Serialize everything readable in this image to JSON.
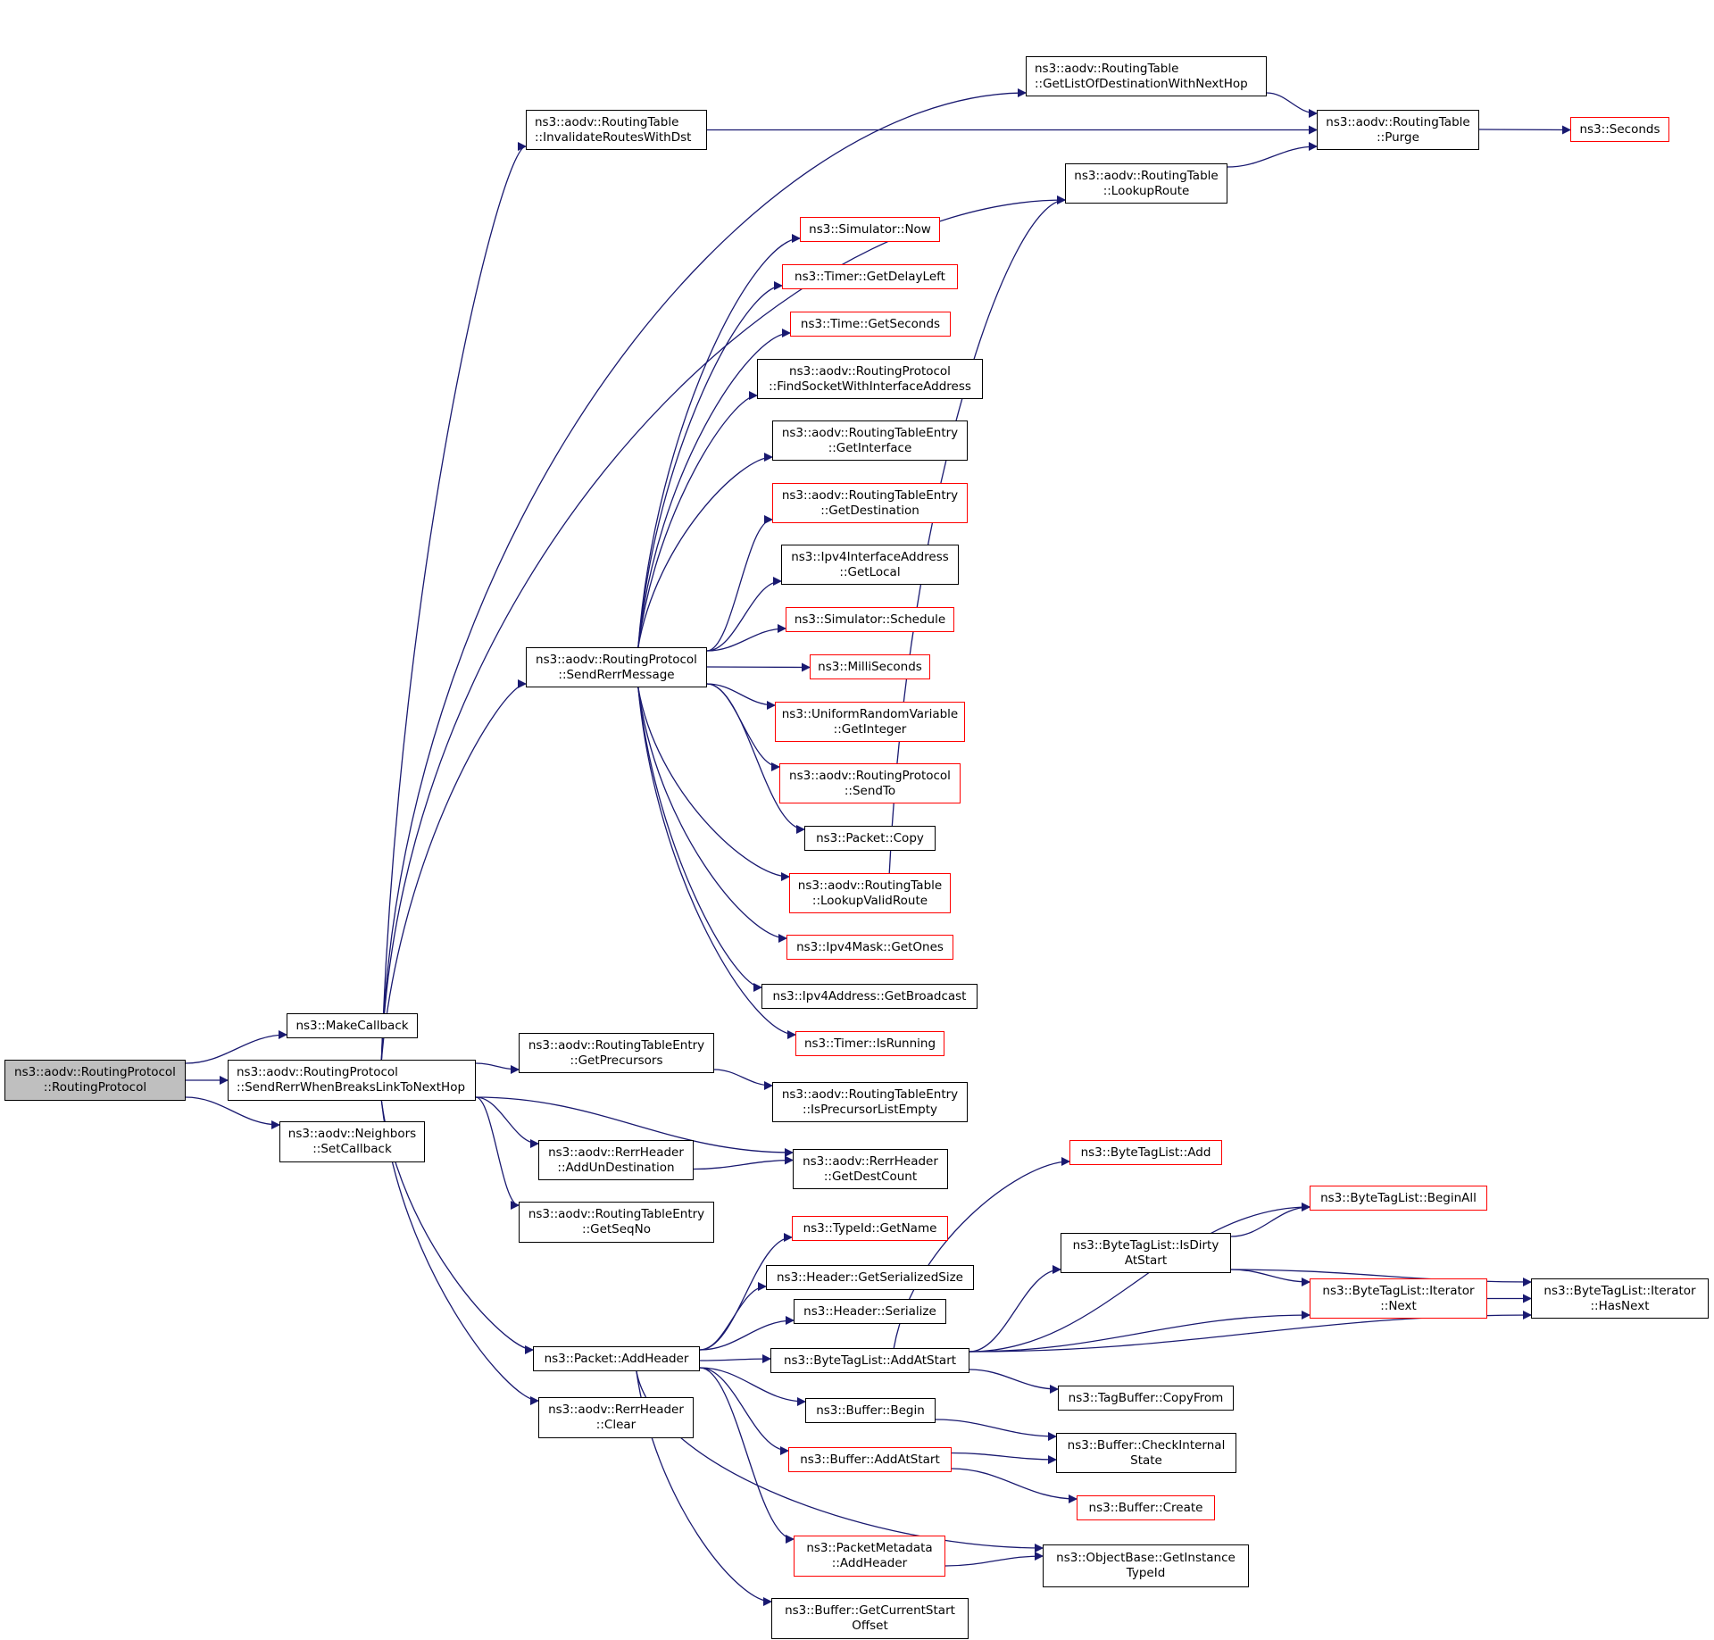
{
  "colors": {
    "edge": "#191970",
    "node_border": "#000000",
    "undocumented_border": "#ff0000",
    "root_fill": "#bfbfbf"
  },
  "graph": {
    "title": "Call graph of ns3::aodv::RoutingProtocol::RoutingProtocol",
    "nodes": [
      {
        "id": "root",
        "lines": [
          "ns3::aodv::RoutingProtocol",
          "::RoutingProtocol"
        ],
        "style": "root"
      },
      {
        "id": "makecallback",
        "lines": [
          "ns3::MakeCallback"
        ],
        "style": "normal"
      },
      {
        "id": "sendrerrwhenbreaks",
        "lines": [
          "ns3::aodv::RoutingProtocol",
          "::SendRerrWhenBreaksLinkToNextHop"
        ],
        "style": "normal"
      },
      {
        "id": "setcallback",
        "lines": [
          "ns3::aodv::Neighbors",
          "::SetCallback"
        ],
        "style": "normal"
      },
      {
        "id": "invalidateroutes",
        "lines": [
          "ns3::aodv::RoutingTable",
          "::InvalidateRoutesWithDst"
        ],
        "style": "normal"
      },
      {
        "id": "getlistofdest",
        "lines": [
          "ns3::aodv::RoutingTable",
          "::GetListOfDestinationWithNextHop"
        ],
        "style": "normal"
      },
      {
        "id": "purge",
        "lines": [
          "ns3::aodv::RoutingTable",
          "::Purge"
        ],
        "style": "normal"
      },
      {
        "id": "seconds",
        "lines": [
          "ns3::Seconds"
        ],
        "style": "red"
      },
      {
        "id": "lookuproute",
        "lines": [
          "ns3::aodv::RoutingTable",
          "::LookupRoute"
        ],
        "style": "normal"
      },
      {
        "id": "sendrerrmessage",
        "lines": [
          "ns3::aodv::RoutingProtocol",
          "::SendRerrMessage"
        ],
        "style": "normal"
      },
      {
        "id": "simnow",
        "lines": [
          "ns3::Simulator::Now"
        ],
        "style": "red"
      },
      {
        "id": "getdelayleft",
        "lines": [
          "ns3::Timer::GetDelayLeft"
        ],
        "style": "red"
      },
      {
        "id": "getseconds",
        "lines": [
          "ns3::Time::GetSeconds"
        ],
        "style": "red"
      },
      {
        "id": "findsocket",
        "lines": [
          "ns3::aodv::RoutingProtocol",
          "::FindSocketWithInterfaceAddress"
        ],
        "style": "normal"
      },
      {
        "id": "getinterface",
        "lines": [
          "ns3::aodv::RoutingTableEntry",
          "::GetInterface"
        ],
        "style": "normal"
      },
      {
        "id": "getdestination",
        "lines": [
          "ns3::aodv::RoutingTableEntry",
          "::GetDestination"
        ],
        "style": "red"
      },
      {
        "id": "getlocal",
        "lines": [
          "ns3::Ipv4InterfaceAddress",
          "::GetLocal"
        ],
        "style": "normal"
      },
      {
        "id": "schedule",
        "lines": [
          "ns3::Simulator::Schedule"
        ],
        "style": "red"
      },
      {
        "id": "milliseconds",
        "lines": [
          "ns3::MilliSeconds"
        ],
        "style": "red"
      },
      {
        "id": "getinteger",
        "lines": [
          "ns3::UniformRandomVariable",
          "::GetInteger"
        ],
        "style": "red"
      },
      {
        "id": "sendto",
        "lines": [
          "ns3::aodv::RoutingProtocol",
          "::SendTo"
        ],
        "style": "red"
      },
      {
        "id": "packetcopy",
        "lines": [
          "ns3::Packet::Copy"
        ],
        "style": "normal"
      },
      {
        "id": "lookupvalidroute",
        "lines": [
          "ns3::aodv::RoutingTable",
          "::LookupValidRoute"
        ],
        "style": "red"
      },
      {
        "id": "getones",
        "lines": [
          "ns3::Ipv4Mask::GetOnes"
        ],
        "style": "red"
      },
      {
        "id": "getbroadcast",
        "lines": [
          "ns3::Ipv4Address::GetBroadcast"
        ],
        "style": "normal"
      },
      {
        "id": "isrunning",
        "lines": [
          "ns3::Timer::IsRunning"
        ],
        "style": "red"
      },
      {
        "id": "getprecursors",
        "lines": [
          "ns3::aodv::RoutingTableEntry",
          "::GetPrecursors"
        ],
        "style": "normal"
      },
      {
        "id": "isprecursorlistempty",
        "lines": [
          "ns3::aodv::RoutingTableEntry",
          "::IsPrecursorListEmpty"
        ],
        "style": "normal"
      },
      {
        "id": "addundestination",
        "lines": [
          "ns3::aodv::RerrHeader",
          "::AddUnDestination"
        ],
        "style": "normal"
      },
      {
        "id": "getdestcount",
        "lines": [
          "ns3::aodv::RerrHeader",
          "::GetDestCount"
        ],
        "style": "normal"
      },
      {
        "id": "getseqno",
        "lines": [
          "ns3::aodv::RoutingTableEntry",
          "::GetSeqNo"
        ],
        "style": "normal"
      },
      {
        "id": "typeidgetname",
        "lines": [
          "ns3::TypeId::GetName"
        ],
        "style": "red"
      },
      {
        "id": "getserializedsize",
        "lines": [
          "ns3::Header::GetSerializedSize"
        ],
        "style": "normal"
      },
      {
        "id": "headerserialize",
        "lines": [
          "ns3::Header::Serialize"
        ],
        "style": "normal"
      },
      {
        "id": "packetaddheader",
        "lines": [
          "ns3::Packet::AddHeader"
        ],
        "style": "normal"
      },
      {
        "id": "btladdatstart",
        "lines": [
          "ns3::ByteTagList::AddAtStart"
        ],
        "style": "normal"
      },
      {
        "id": "rerrclear",
        "lines": [
          "ns3::aodv::RerrHeader",
          "::Clear"
        ],
        "style": "normal"
      },
      {
        "id": "bufferbegin",
        "lines": [
          "ns3::Buffer::Begin"
        ],
        "style": "normal"
      },
      {
        "id": "bufferaddatstart",
        "lines": [
          "ns3::Buffer::AddAtStart"
        ],
        "style": "red"
      },
      {
        "id": "pmaddheader",
        "lines": [
          "ns3::PacketMetadata",
          "::AddHeader"
        ],
        "style": "red"
      },
      {
        "id": "getcurrentstartoffset",
        "lines": [
          "ns3::Buffer::GetCurrentStart",
          "Offset"
        ],
        "style": "normal"
      },
      {
        "id": "btladd",
        "lines": [
          "ns3::ByteTagList::Add"
        ],
        "style": "red"
      },
      {
        "id": "btlbeginall",
        "lines": [
          "ns3::ByteTagList::BeginAll"
        ],
        "style": "red"
      },
      {
        "id": "btlisdirty",
        "lines": [
          "ns3::ByteTagList::IsDirty",
          "AtStart"
        ],
        "style": "normal"
      },
      {
        "id": "iternext",
        "lines": [
          "ns3::ByteTagList::Iterator",
          "::Next"
        ],
        "style": "red"
      },
      {
        "id": "iterhasnext",
        "lines": [
          "ns3::ByteTagList::Iterator",
          "::HasNext"
        ],
        "style": "normal"
      },
      {
        "id": "tagbuffercopyfrom",
        "lines": [
          "ns3::TagBuffer::CopyFrom"
        ],
        "style": "normal"
      },
      {
        "id": "checkinternalstate",
        "lines": [
          "ns3::Buffer::CheckInternal",
          "State"
        ],
        "style": "normal"
      },
      {
        "id": "buffercreate",
        "lines": [
          "ns3::Buffer::Create"
        ],
        "style": "red"
      },
      {
        "id": "getinstancetypeid",
        "lines": [
          "ns3::ObjectBase::GetInstance",
          "TypeId"
        ],
        "style": "normal"
      }
    ],
    "edges": [
      [
        "root",
        "makecallback"
      ],
      [
        "root",
        "sendrerrwhenbreaks"
      ],
      [
        "root",
        "setcallback"
      ],
      [
        "sendrerrwhenbreaks",
        "getlistofdest"
      ],
      [
        "sendrerrwhenbreaks",
        "invalidateroutes"
      ],
      [
        "sendrerrwhenbreaks",
        "lookuproute"
      ],
      [
        "sendrerrwhenbreaks",
        "sendrerrmessage"
      ],
      [
        "sendrerrwhenbreaks",
        "getprecursors"
      ],
      [
        "sendrerrwhenbreaks",
        "getdestcount"
      ],
      [
        "sendrerrwhenbreaks",
        "addundestination"
      ],
      [
        "sendrerrwhenbreaks",
        "getseqno"
      ],
      [
        "sendrerrwhenbreaks",
        "packetaddheader"
      ],
      [
        "sendrerrwhenbreaks",
        "rerrclear"
      ],
      [
        "getlistofdest",
        "purge"
      ],
      [
        "invalidateroutes",
        "purge"
      ],
      [
        "lookuproute",
        "purge"
      ],
      [
        "purge",
        "seconds"
      ],
      [
        "sendrerrmessage",
        "simnow"
      ],
      [
        "sendrerrmessage",
        "getdelayleft"
      ],
      [
        "sendrerrmessage",
        "getseconds"
      ],
      [
        "sendrerrmessage",
        "findsocket"
      ],
      [
        "sendrerrmessage",
        "getinterface"
      ],
      [
        "sendrerrmessage",
        "getdestination"
      ],
      [
        "sendrerrmessage",
        "getlocal"
      ],
      [
        "sendrerrmessage",
        "schedule"
      ],
      [
        "sendrerrmessage",
        "milliseconds"
      ],
      [
        "sendrerrmessage",
        "getinteger"
      ],
      [
        "sendrerrmessage",
        "sendto"
      ],
      [
        "sendrerrmessage",
        "packetcopy"
      ],
      [
        "sendrerrmessage",
        "lookupvalidroute"
      ],
      [
        "sendrerrmessage",
        "getones"
      ],
      [
        "sendrerrmessage",
        "getbroadcast"
      ],
      [
        "sendrerrmessage",
        "isrunning"
      ],
      [
        "lookupvalidroute",
        "lookuproute"
      ],
      [
        "getprecursors",
        "isprecursorlistempty"
      ],
      [
        "addundestination",
        "getdestcount"
      ],
      [
        "packetaddheader",
        "typeidgetname"
      ],
      [
        "packetaddheader",
        "getserializedsize"
      ],
      [
        "packetaddheader",
        "headerserialize"
      ],
      [
        "packetaddheader",
        "btladdatstart"
      ],
      [
        "packetaddheader",
        "bufferbegin"
      ],
      [
        "packetaddheader",
        "bufferaddatstart"
      ],
      [
        "packetaddheader",
        "getinstancetypeid"
      ],
      [
        "packetaddheader",
        "pmaddheader"
      ],
      [
        "packetaddheader",
        "getcurrentstartoffset"
      ],
      [
        "btladdatstart",
        "btladd"
      ],
      [
        "btladdatstart",
        "btlbeginall"
      ],
      [
        "btladdatstart",
        "btlisdirty"
      ],
      [
        "btladdatstart",
        "iternext"
      ],
      [
        "btladdatstart",
        "iterhasnext"
      ],
      [
        "btladdatstart",
        "tagbuffercopyfrom"
      ],
      [
        "btlisdirty",
        "btlbeginall"
      ],
      [
        "btlisdirty",
        "iternext"
      ],
      [
        "btlisdirty",
        "iterhasnext"
      ],
      [
        "iternext",
        "iterhasnext"
      ],
      [
        "bufferbegin",
        "checkinternalstate"
      ],
      [
        "bufferaddatstart",
        "checkinternalstate"
      ],
      [
        "bufferaddatstart",
        "buffercreate"
      ],
      [
        "pmaddheader",
        "getinstancetypeid"
      ]
    ]
  }
}
